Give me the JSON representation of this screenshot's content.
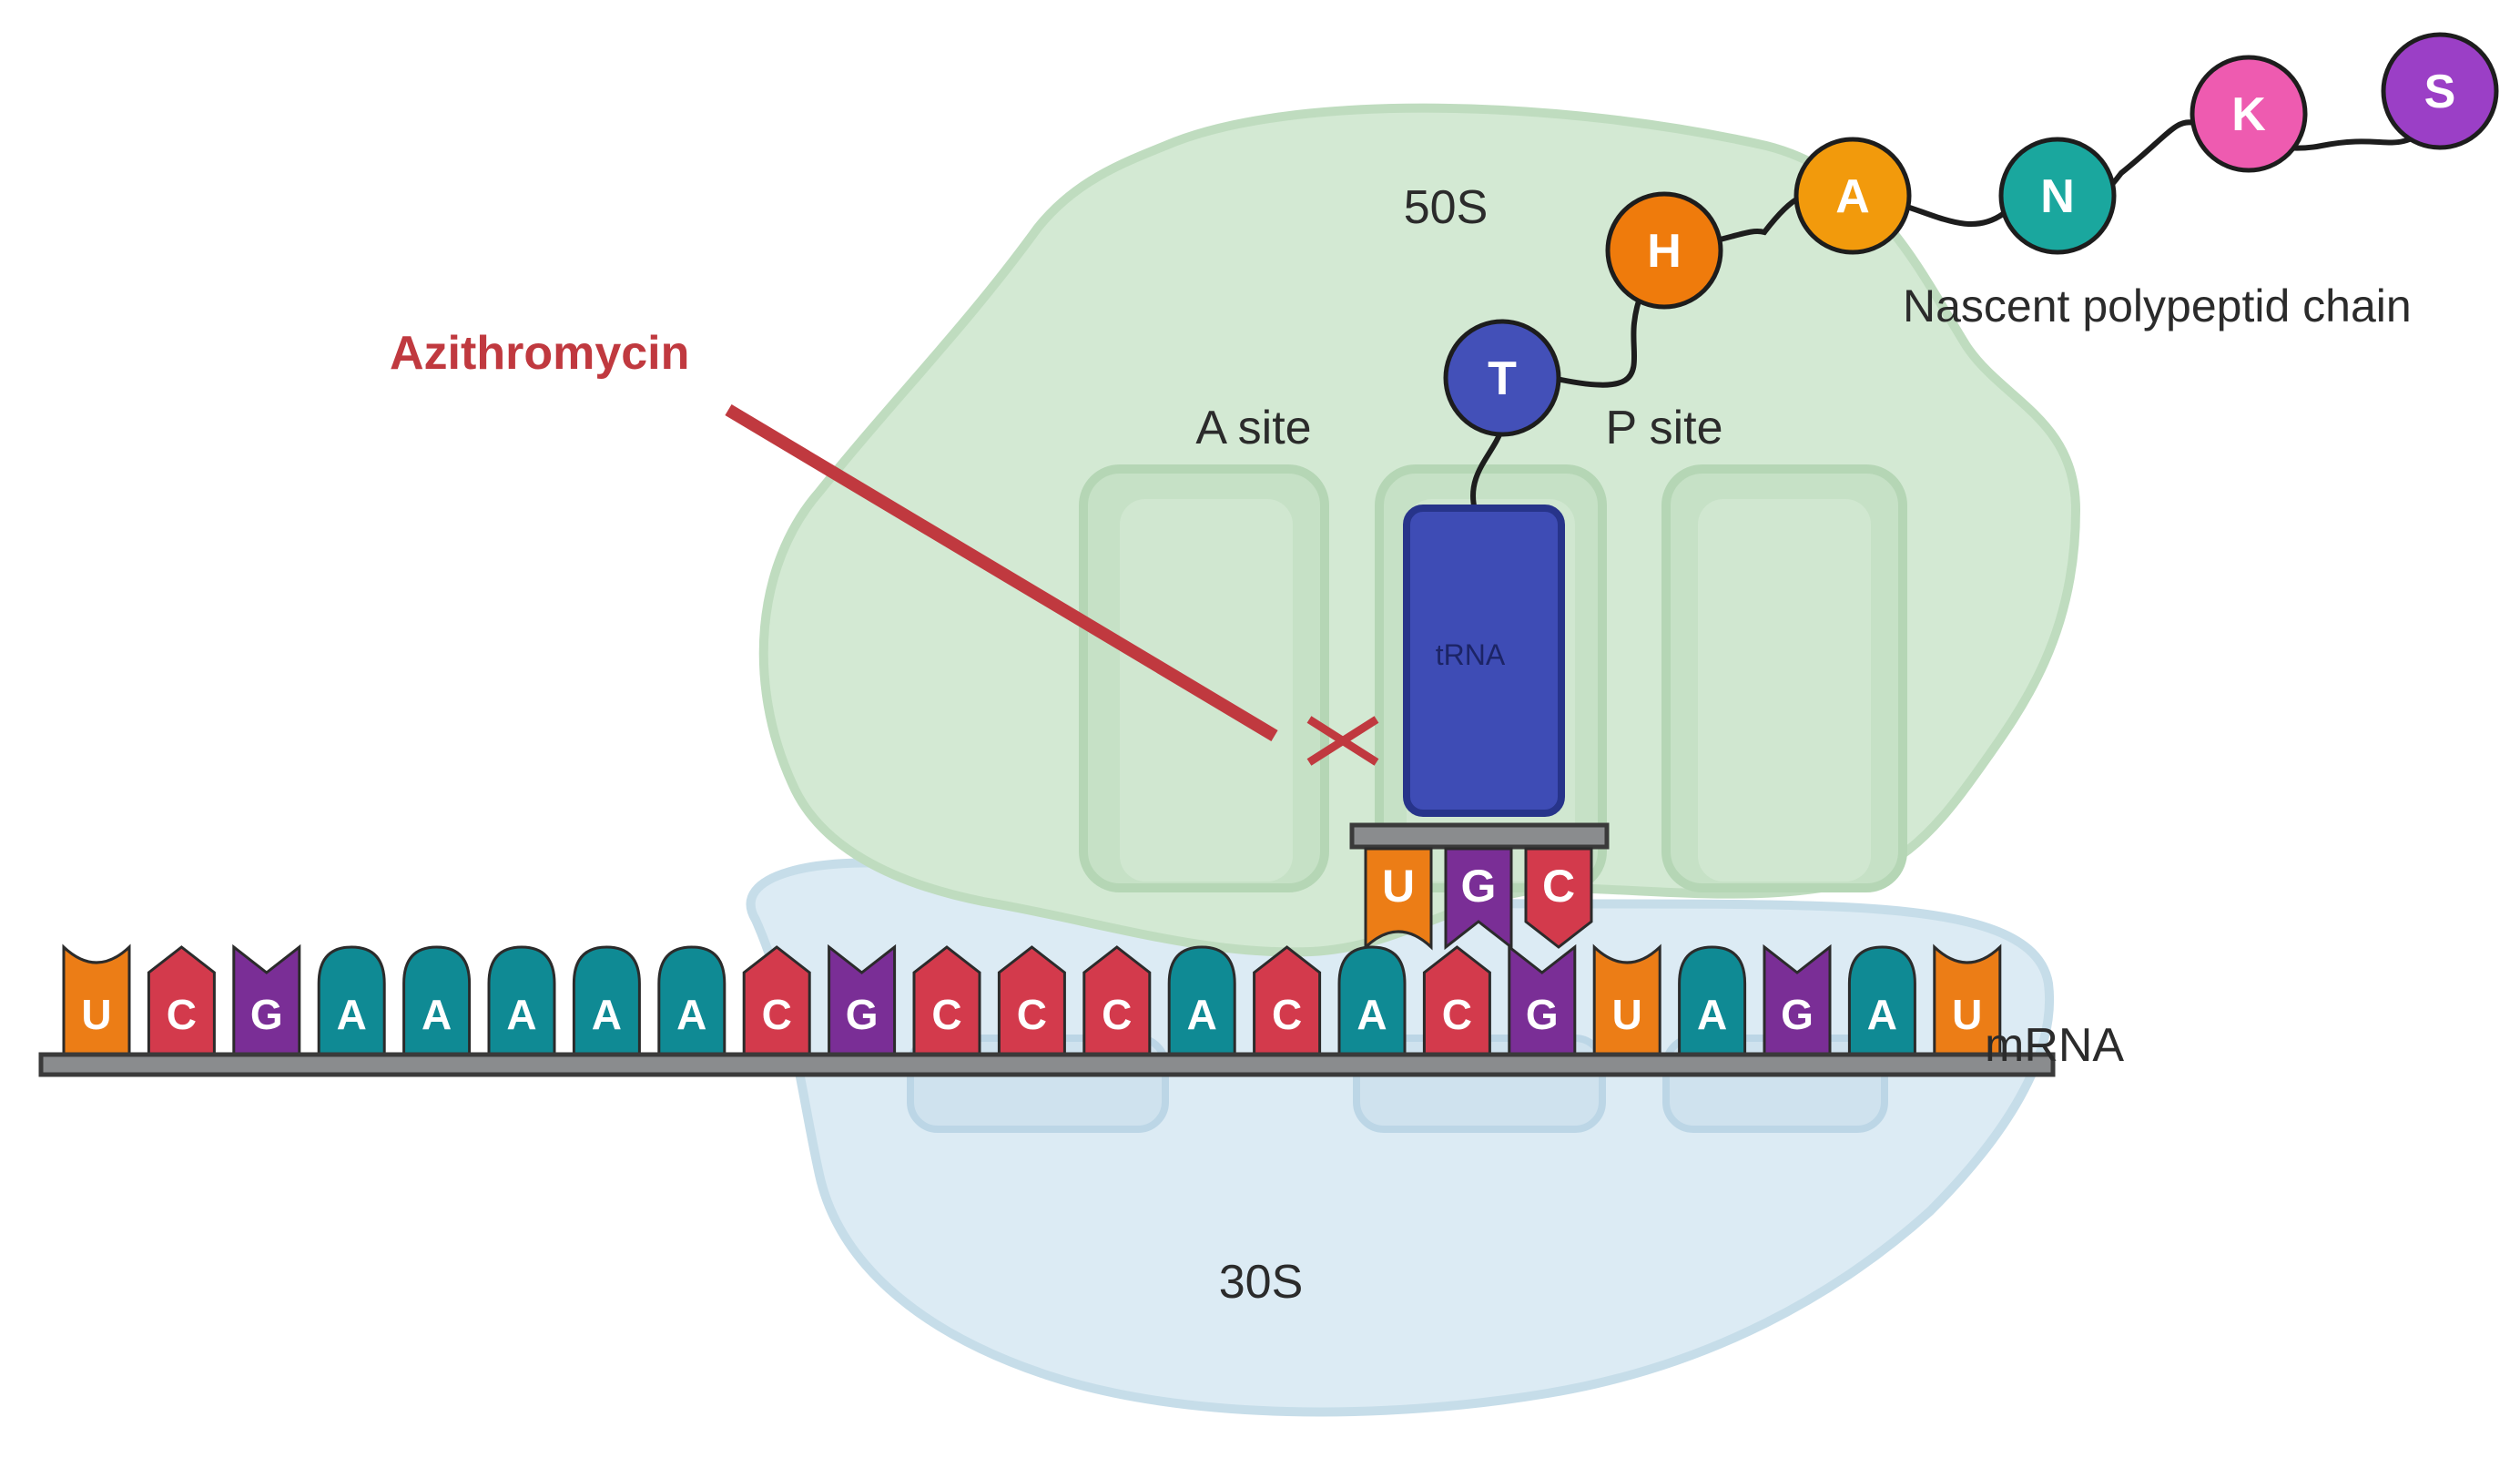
{
  "labels": {
    "large_subunit": "50S",
    "small_subunit": "30S",
    "a_site": "A site",
    "p_site": "P site",
    "trna": "tRNA",
    "mrna": "mRNA",
    "drug": "Azithromycin",
    "chain": "Nascent polypeptid chain"
  },
  "peptide_chain": [
    {
      "letter": "T",
      "color": "#4350b8"
    },
    {
      "letter": "H",
      "color": "#ef7b0c"
    },
    {
      "letter": "A",
      "color": "#f29a0c"
    },
    {
      "letter": "N",
      "color": "#1aa79e"
    },
    {
      "letter": "K",
      "color": "#ee5bb0"
    },
    {
      "letter": "S",
      "color": "#9b3fc6"
    }
  ],
  "mrna_sequence": [
    "U",
    "C",
    "G",
    "A",
    "A",
    "A",
    "A",
    "A",
    "C",
    "G",
    "C",
    "C",
    "C",
    "A",
    "C",
    "A",
    "C",
    "G",
    "U",
    "A",
    "G",
    "A",
    "U"
  ],
  "anticodon": [
    "U",
    "G",
    "C"
  ],
  "colors": {
    "drug": "#c0393f",
    "subunit_50s": "#d3e9d3",
    "subunit_30s": "#dcebf4",
    "trna": "#3e4cb5",
    "A": "#0f8a94",
    "C": "#d33a4c",
    "G": "#7a2e96",
    "U": "#ec7d16",
    "backbone": "#8a8c8e"
  }
}
